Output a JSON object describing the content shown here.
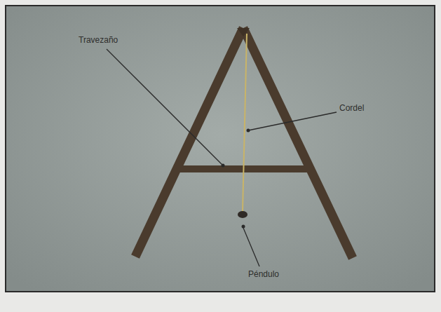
{
  "diagram": {
    "labels": [
      "Travezaño",
      "Cordel",
      "Péndulo"
    ]
  }
}
